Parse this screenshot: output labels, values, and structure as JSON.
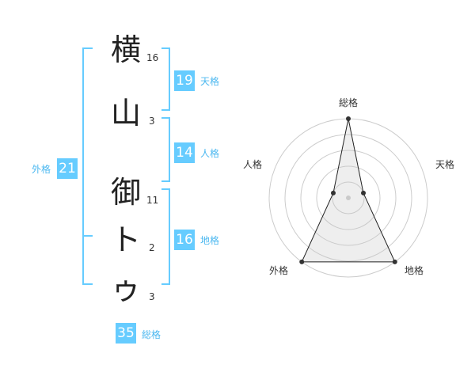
{
  "name": {
    "chars": [
      {
        "char": "横",
        "strokes": "16"
      },
      {
        "char": "山",
        "strokes": "3"
      },
      {
        "char": "御",
        "strokes": "11"
      },
      {
        "char": "ト",
        "strokes": "2"
      },
      {
        "char": "ゥ",
        "strokes": "3"
      }
    ]
  },
  "fortunes": {
    "tenkaku": {
      "value": "19",
      "label": "天格"
    },
    "jinkaku": {
      "value": "14",
      "label": "人格"
    },
    "chikaku": {
      "value": "16",
      "label": "地格"
    },
    "gaikaku": {
      "value": "21",
      "label": "外格"
    },
    "soukaku": {
      "value": "35",
      "label": "総格"
    }
  },
  "colors": {
    "accent": "#66ccff",
    "bracket": "#66ccff",
    "label": "#4cb8f0"
  },
  "chart_data": {
    "type": "radar",
    "axes": [
      "総格",
      "天格",
      "地格",
      "外格",
      "人格"
    ],
    "values": [
      5,
      1,
      5,
      5,
      1
    ],
    "range": [
      0,
      5
    ],
    "rings": 5
  }
}
